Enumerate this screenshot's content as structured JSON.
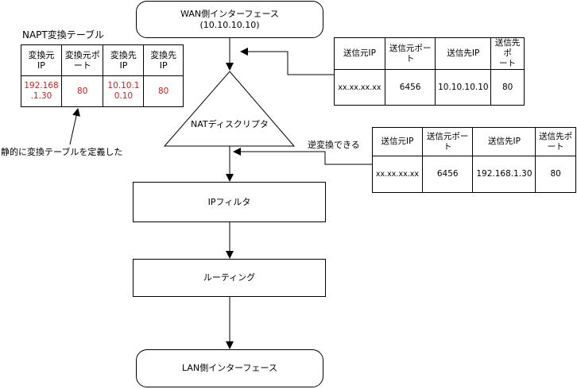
{
  "nodes": {
    "wan_title": "WAN側インターフェース",
    "wan_ip": "(10.10.10.10)",
    "nat": "NATディスクリプタ",
    "ip_filter": "IPフィルタ",
    "routing": "ルーティング",
    "lan": "LAN側インターフェース"
  },
  "napt": {
    "title": "NAPT変換テーブル",
    "headers": [
      "変換元\nIP",
      "変換元ポ\nート",
      "変換先\nIP",
      "変換先\nIP"
    ],
    "row": [
      "192.168\n.1.30",
      "80",
      "10.10.1\n0.10",
      "80"
    ],
    "note": "静的に変換テーブルを定義した"
  },
  "packet_in": {
    "headers": [
      "送信元IP",
      "送信元ポー\nト",
      "送信先IP",
      "送信先ポ\nート"
    ],
    "row": [
      "xx.xx.xx.xx",
      "6456",
      "10.10.10.10",
      "80"
    ]
  },
  "packet_out": {
    "label": "逆変換できる",
    "headers": [
      "送信元IP",
      "送信元ポー\nト",
      "送信先IP",
      "送信先ポ\nート"
    ],
    "row": [
      "xx.xx.xx.xx",
      "6456",
      "192.168.1.30",
      "80"
    ]
  }
}
